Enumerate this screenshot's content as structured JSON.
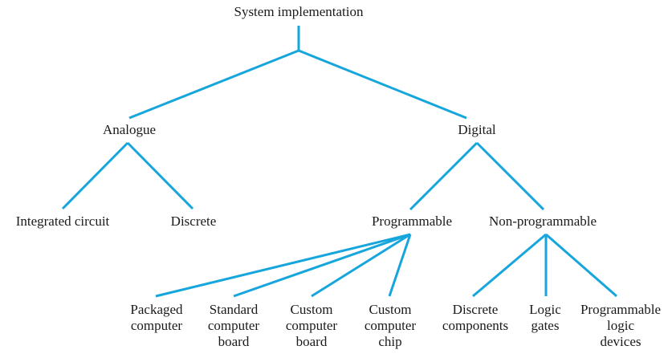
{
  "diagram": {
    "root": "System implementation",
    "analogue": {
      "label": "Analogue",
      "children": [
        "Integrated circuit",
        "Discrete"
      ]
    },
    "digital": {
      "label": "Digital",
      "programmable": {
        "label": "Programmable",
        "children": [
          [
            "Packaged",
            "computer"
          ],
          [
            "Standard",
            "computer",
            "board"
          ],
          [
            "Custom",
            "computer",
            "board"
          ],
          [
            "Custom",
            "computer",
            "chip"
          ]
        ]
      },
      "non_programmable": {
        "label": "Non-programmable",
        "children": [
          [
            "Discrete",
            "components"
          ],
          [
            "Logic",
            "gates"
          ],
          [
            "Programmable",
            "logic",
            "devices"
          ]
        ]
      }
    },
    "colors": {
      "edge": "#17a6dc",
      "text": "#1a1a1a"
    }
  }
}
